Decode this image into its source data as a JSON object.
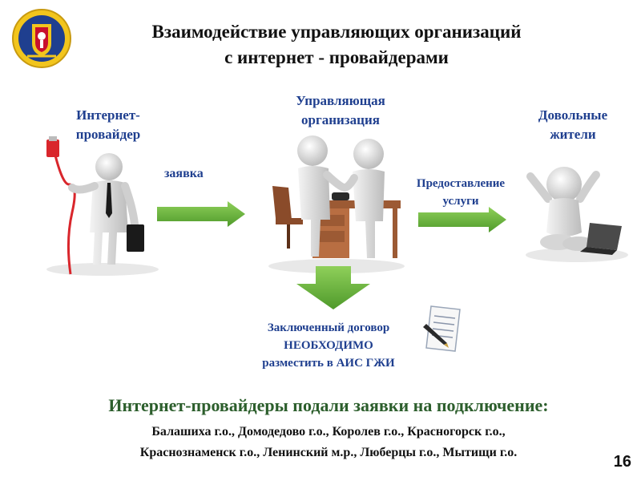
{
  "title": {
    "line1": "Взаимодействие управляющих организаций",
    "line2": "с  интернет - провайдерами"
  },
  "nodes": {
    "provider": {
      "line1": "Интернет-",
      "line2": "провайдер"
    },
    "management": {
      "line1": "Управляющая",
      "line2": "организация"
    },
    "residents": {
      "line1": "Довольные",
      "line2": "жители"
    }
  },
  "arrows": {
    "request": "заявка",
    "service": {
      "line1": "Предоставление",
      "line2": "услуги"
    }
  },
  "contract_note": {
    "line1": "Заключенный договор",
    "line2": "НЕОБХОДИМО",
    "line3": "разместить в АИС ГЖИ"
  },
  "summary": {
    "heading": "Интернет-провайдеры подали заявки на подключение:",
    "line1": "Балашиха г.о., Домодедово г.о., Королев г.о., Красногорск г.о.,",
    "line2": "Краснознаменск г.о., Ленинский м.р., Люберцы г.о., Мытищи г.о."
  },
  "page_number": "16",
  "colors": {
    "label_blue": "#1f3f8f",
    "arrow_green": "#6cb33f",
    "summary_green": "#2c5e2c",
    "emblem_blue": "#1f3f8f",
    "emblem_gold": "#f2c51d"
  },
  "icons": [
    "emblem-icon",
    "provider-figure-icon",
    "handshake-figure-icon",
    "happy-figure-icon",
    "contract-document-icon"
  ]
}
